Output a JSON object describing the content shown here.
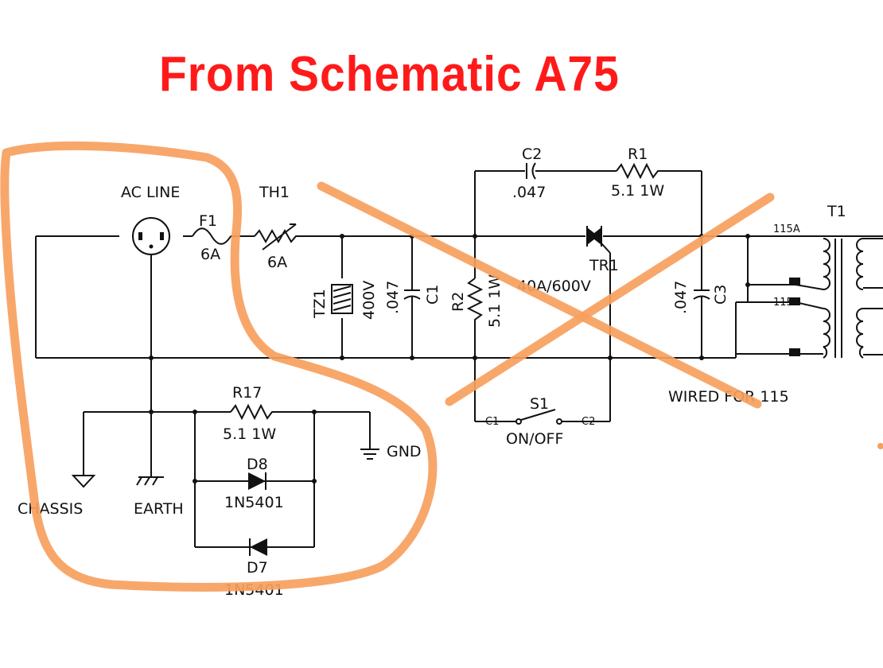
{
  "title": "From Schematic A75",
  "labels": {
    "ac_line": "AC LINE",
    "f1": "F1",
    "f1_rating": "6A",
    "th1": "TH1",
    "th1_rating": "6A",
    "tz1": "TZ1",
    "tz1_rating": "400V",
    "c1": "C1",
    "c1_value": ".047",
    "c2": "C2",
    "c2_value": ".047",
    "r1": "R1",
    "r1_value": "5.1 1W",
    "r2": "R2",
    "r2_value": "5.1 1W",
    "tr1": "TR1",
    "tr1_rating": "40A/600V",
    "c3": "C3",
    "c3_value": ".047",
    "t1": "T1",
    "t1_tap1": "115A",
    "t1_tap2": "115B",
    "wired_for": "WIRED FOR 115",
    "s1": "S1",
    "s1_function": "ON/OFF",
    "s1_pin1": "C1",
    "s1_pin2": "C2",
    "r17": "R17",
    "r17_value": "5.1 1W",
    "gnd": "GND",
    "chassis": "CHASSIS",
    "earth": "EARTH",
    "d8": "D8",
    "d8_part": "1N5401",
    "d7": "D7",
    "d7_part": "1N5401"
  },
  "colors": {
    "title": "#ff1a1a",
    "annotation": "#f7a05e",
    "wire": "#111111"
  }
}
